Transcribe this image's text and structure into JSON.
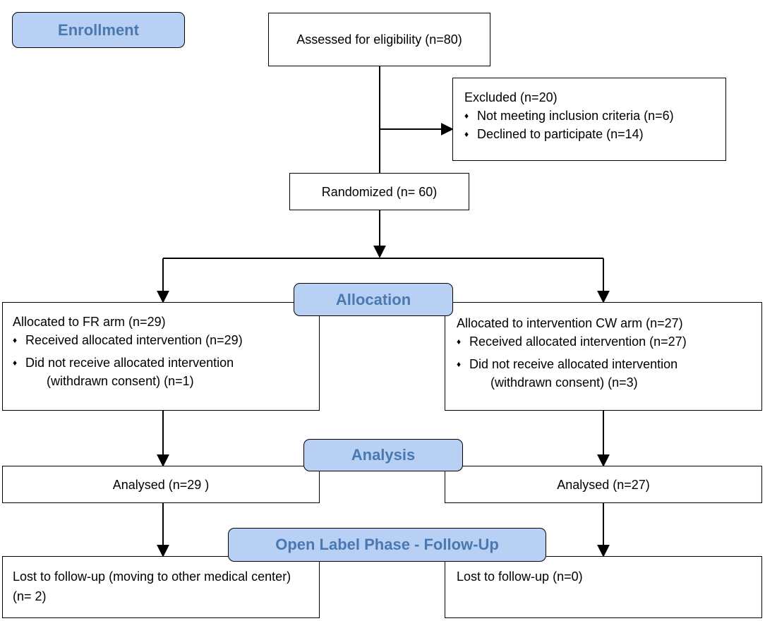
{
  "phases": {
    "enrollment": "Enrollment",
    "allocation": "Allocation",
    "analysis": "Analysis",
    "followup": "Open Label Phase - Follow-Up"
  },
  "assessed": "Assessed for eligibility (n=80)",
  "excluded": {
    "title": "Excluded  (n=20)",
    "items": [
      "Not meeting inclusion criteria (n=6)",
      "Declined to participate (n=14)"
    ]
  },
  "randomized": "Randomized (n= 60)",
  "fr_arm": {
    "title": "Allocated to FR arm (n=29)",
    "item1": "Received allocated intervention (n=29)",
    "item2": "Did not receive allocated intervention",
    "item2_cont": "(withdrawn consent) (n=1)"
  },
  "cw_arm": {
    "title": "Allocated to intervention CW arm (n=27)",
    "item1": "Received allocated intervention (n=27)",
    "item2": "Did not receive allocated intervention",
    "item2_cont": "(withdrawn consent) (n=3)"
  },
  "analysed_fr": "Analysed  (n=29 )",
  "analysed_cw": "Analysed  (n=27)",
  "lost_fr": "Lost to follow-up (moving to other medical center) (n= 2)",
  "lost_cw": "Lost to follow-up  (n=0)"
}
